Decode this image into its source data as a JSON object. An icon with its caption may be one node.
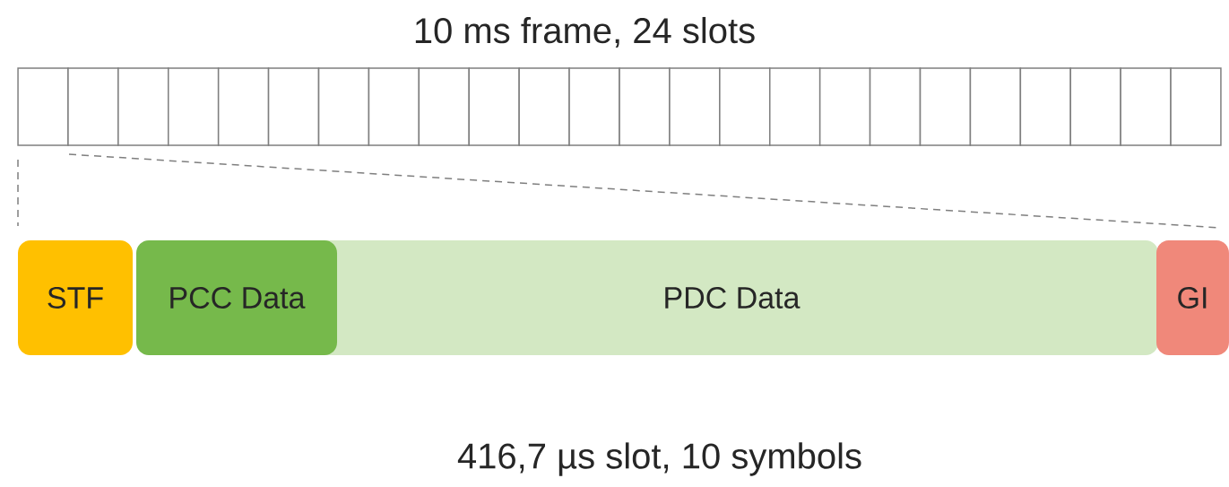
{
  "diagram": {
    "title": "10 ms frame, 24 slots",
    "caption": "416,7 µs slot, 10 symbols",
    "nodes": [
      {
        "text": [],
        "shape": "box"
      },
      {
        "text": [],
        "shape": "box"
      },
      {
        "text": [],
        "shape": "box"
      },
      {
        "text": [],
        "shape": "box"
      },
      {
        "text": [],
        "shape": "box"
      },
      {
        "text": [],
        "shape": "box"
      },
      {
        "text": [],
        "shape": "box"
      },
      {
        "text": [],
        "shape": "box"
      },
      {
        "text": [],
        "shape": "box"
      },
      {
        "text": [],
        "shape": "box"
      },
      {
        "text": [],
        "shape": "box"
      },
      {
        "text": [],
        "shape": "box"
      },
      {
        "text": [],
        "shape": "box"
      },
      {
        "text": [],
        "shape": "box"
      },
      {
        "text": [],
        "shape": "box"
      },
      {
        "text": [],
        "shape": "box"
      },
      {
        "text": [],
        "shape": "box"
      },
      {
        "text": [],
        "shape": "box"
      },
      {
        "text": [],
        "shape": "box"
      },
      {
        "text": [],
        "shape": "box"
      },
      {
        "text": [],
        "shape": "box"
      },
      {
        "text": [],
        "shape": "box"
      },
      {
        "text": [],
        "shape": "box"
      },
      {
        "text": [],
        "shape": "box"
      },
      {
        "text": [
          "STF"
        ]
      },
      {
        "text": [
          "PCC Data"
        ]
      },
      {
        "text": [
          "PDC Data"
        ]
      },
      {
        "text": [
          "GI"
        ]
      }
    ]
  }
}
